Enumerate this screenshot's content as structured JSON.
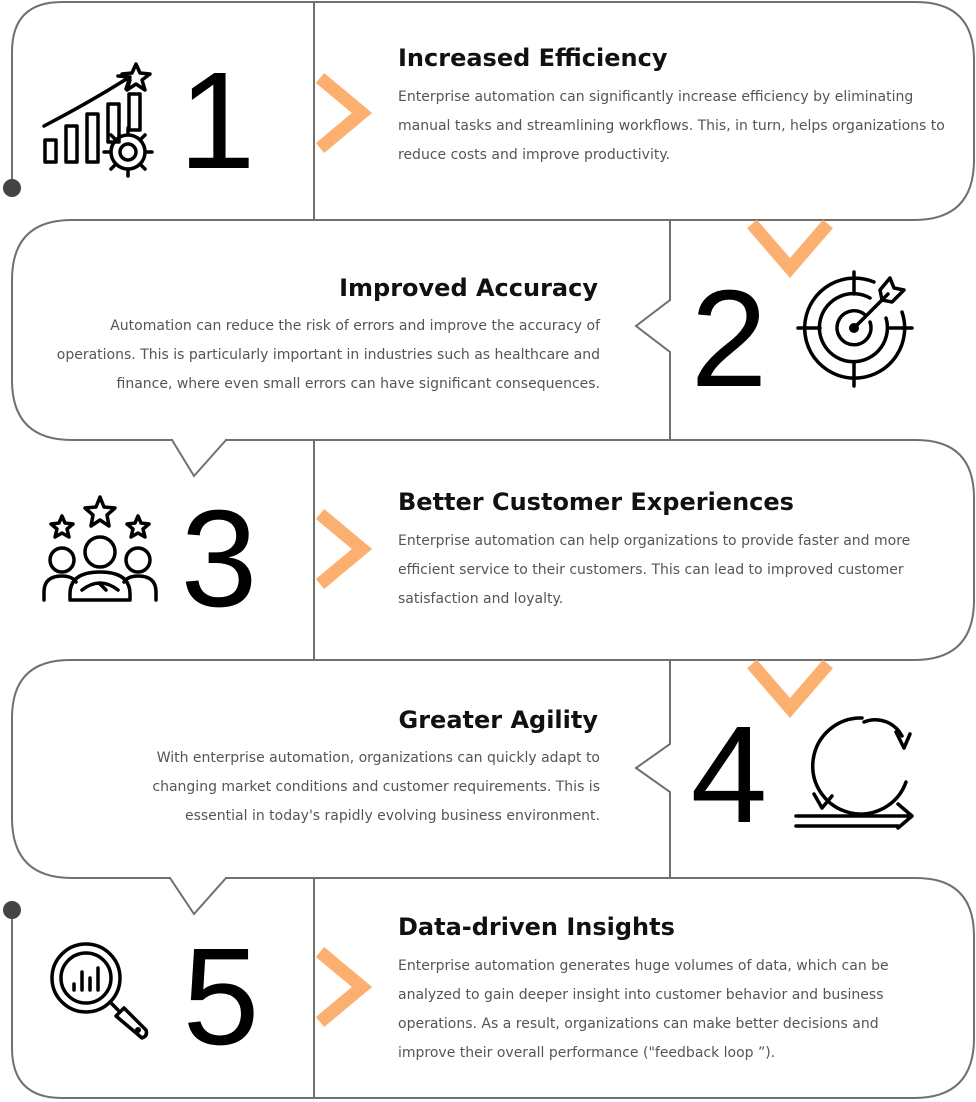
{
  "accent_color": "#fbb070",
  "line_color": "#707070",
  "steps": [
    {
      "number": "1",
      "title": "Increased Efficiency",
      "description": "Enterprise automation can significantly increase efficiency by eliminating manual tasks and streamlining workflows. This, in turn, helps organizations to reduce costs and improve productivity.",
      "icon": "growth-chart-gear-icon"
    },
    {
      "number": "2",
      "title": "Improved Accuracy",
      "description": "Automation can reduce the risk of errors and improve the accuracy of operations. This is particularly important in industries such as healthcare and finance, where even small errors can have significant consequences.",
      "icon": "target-arrow-icon"
    },
    {
      "number": "3",
      "title": "Better Customer Experiences",
      "description": "Enterprise automation can help organizations to provide faster and more efficient service to their customers. This can lead to improved customer satisfaction and loyalty.",
      "icon": "customer-rating-icon"
    },
    {
      "number": "4",
      "title": "Greater Agility",
      "description": "With enterprise automation, organizations can quickly adapt to changing market conditions and customer requirements. This is essential in today's rapidly evolving business environment.",
      "icon": "agile-loop-icon"
    },
    {
      "number": "5",
      "title": "Data-driven Insights",
      "description": " Enterprise automation generates huge volumes of data, which can be analyzed to gain deeper insight into customer behavior and business operations. As a result, organizations can make better decisions and improve their overall performance (\"feedback loop ”).",
      "icon": "magnifier-analytics-icon"
    }
  ]
}
